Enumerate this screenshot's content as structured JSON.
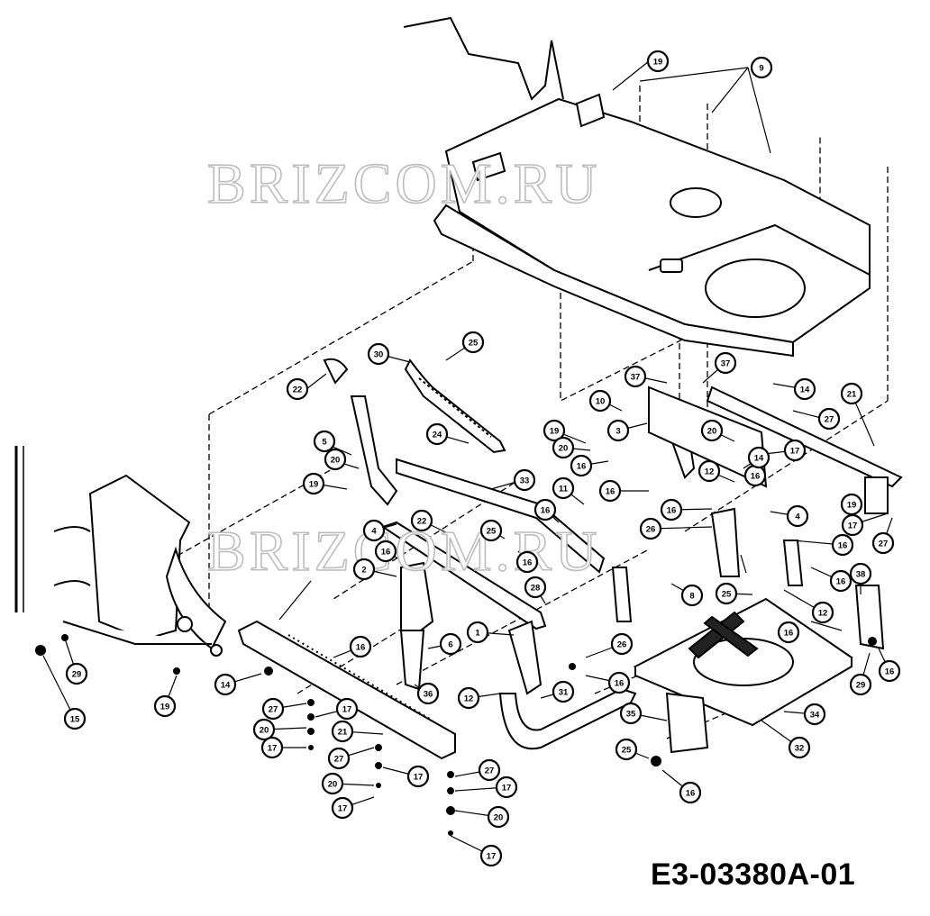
{
  "watermark": "BRIZCOM.RU",
  "drawing_code": "E3-03380A-01",
  "callouts": [
    {
      "id": "c1",
      "label": "19"
    },
    {
      "id": "c2",
      "label": "9"
    },
    {
      "id": "c3",
      "label": "25"
    },
    {
      "id": "c4",
      "label": "30"
    },
    {
      "id": "c5",
      "label": "22"
    },
    {
      "id": "c6",
      "label": "24"
    },
    {
      "id": "c7",
      "label": "5"
    },
    {
      "id": "c8",
      "label": "20"
    },
    {
      "id": "c9",
      "label": "19"
    },
    {
      "id": "c10",
      "label": "33"
    },
    {
      "id": "c11",
      "label": "37"
    },
    {
      "id": "c12",
      "label": "37"
    },
    {
      "id": "c13",
      "label": "10"
    },
    {
      "id": "c14",
      "label": "14"
    },
    {
      "id": "c15",
      "label": "21"
    },
    {
      "id": "c16",
      "label": "27"
    },
    {
      "id": "c17",
      "label": "20"
    },
    {
      "id": "c18",
      "label": "3"
    },
    {
      "id": "c19",
      "label": "19"
    },
    {
      "id": "c20",
      "label": "20"
    },
    {
      "id": "c21",
      "label": "17"
    },
    {
      "id": "c22",
      "label": "16"
    },
    {
      "id": "c23",
      "label": "14"
    },
    {
      "id": "c24",
      "label": "12"
    },
    {
      "id": "c25",
      "label": "16"
    },
    {
      "id": "c26",
      "label": "11"
    },
    {
      "id": "c27",
      "label": "16"
    },
    {
      "id": "c28",
      "label": "16"
    },
    {
      "id": "c29",
      "label": "4"
    },
    {
      "id": "c30",
      "label": "4"
    },
    {
      "id": "c31",
      "label": "16"
    },
    {
      "id": "c32",
      "label": "26"
    },
    {
      "id": "c33",
      "label": "22"
    },
    {
      "id": "c34",
      "label": "19"
    },
    {
      "id": "c35",
      "label": "2"
    },
    {
      "id": "c36",
      "label": "25"
    },
    {
      "id": "c37",
      "label": "16"
    },
    {
      "id": "c38",
      "label": "16"
    },
    {
      "id": "c39",
      "label": "8"
    },
    {
      "id": "c40",
      "label": "25"
    },
    {
      "id": "c41",
      "label": "12"
    },
    {
      "id": "c42",
      "label": "16"
    },
    {
      "id": "c43",
      "label": "16"
    },
    {
      "id": "c44",
      "label": "38"
    },
    {
      "id": "c45",
      "label": "28"
    },
    {
      "id": "c46",
      "label": "16"
    },
    {
      "id": "c47",
      "label": "1"
    },
    {
      "id": "c48",
      "label": "6"
    },
    {
      "id": "c49",
      "label": "16"
    },
    {
      "id": "c50",
      "label": "26"
    },
    {
      "id": "c51",
      "label": "12"
    },
    {
      "id": "c52",
      "label": "31"
    },
    {
      "id": "c53",
      "label": "35"
    },
    {
      "id": "c54",
      "label": "34"
    },
    {
      "id": "c55",
      "label": "25"
    },
    {
      "id": "c56",
      "label": "32"
    },
    {
      "id": "c57",
      "label": "16"
    },
    {
      "id": "c58",
      "label": "36"
    },
    {
      "id": "c59",
      "label": "16"
    },
    {
      "id": "c60",
      "label": "14"
    },
    {
      "id": "c61",
      "label": "27"
    },
    {
      "id": "c62",
      "label": "17"
    },
    {
      "id": "c63",
      "label": "20"
    },
    {
      "id": "c64",
      "label": "21"
    },
    {
      "id": "c65",
      "label": "17"
    },
    {
      "id": "c66",
      "label": "27"
    },
    {
      "id": "c67",
      "label": "17"
    },
    {
      "id": "c68",
      "label": "20"
    },
    {
      "id": "c69",
      "label": "17"
    },
    {
      "id": "c70",
      "label": "27"
    },
    {
      "id": "c71",
      "label": "17"
    },
    {
      "id": "c72",
      "label": "20"
    },
    {
      "id": "c73",
      "label": "17"
    },
    {
      "id": "c74",
      "label": "29"
    },
    {
      "id": "c75",
      "label": "15"
    },
    {
      "id": "c76",
      "label": "19"
    },
    {
      "id": "c77",
      "label": "29"
    },
    {
      "id": "c78",
      "label": "17"
    },
    {
      "id": "c79",
      "label": "27"
    },
    {
      "id": "c80",
      "label": "16"
    }
  ]
}
